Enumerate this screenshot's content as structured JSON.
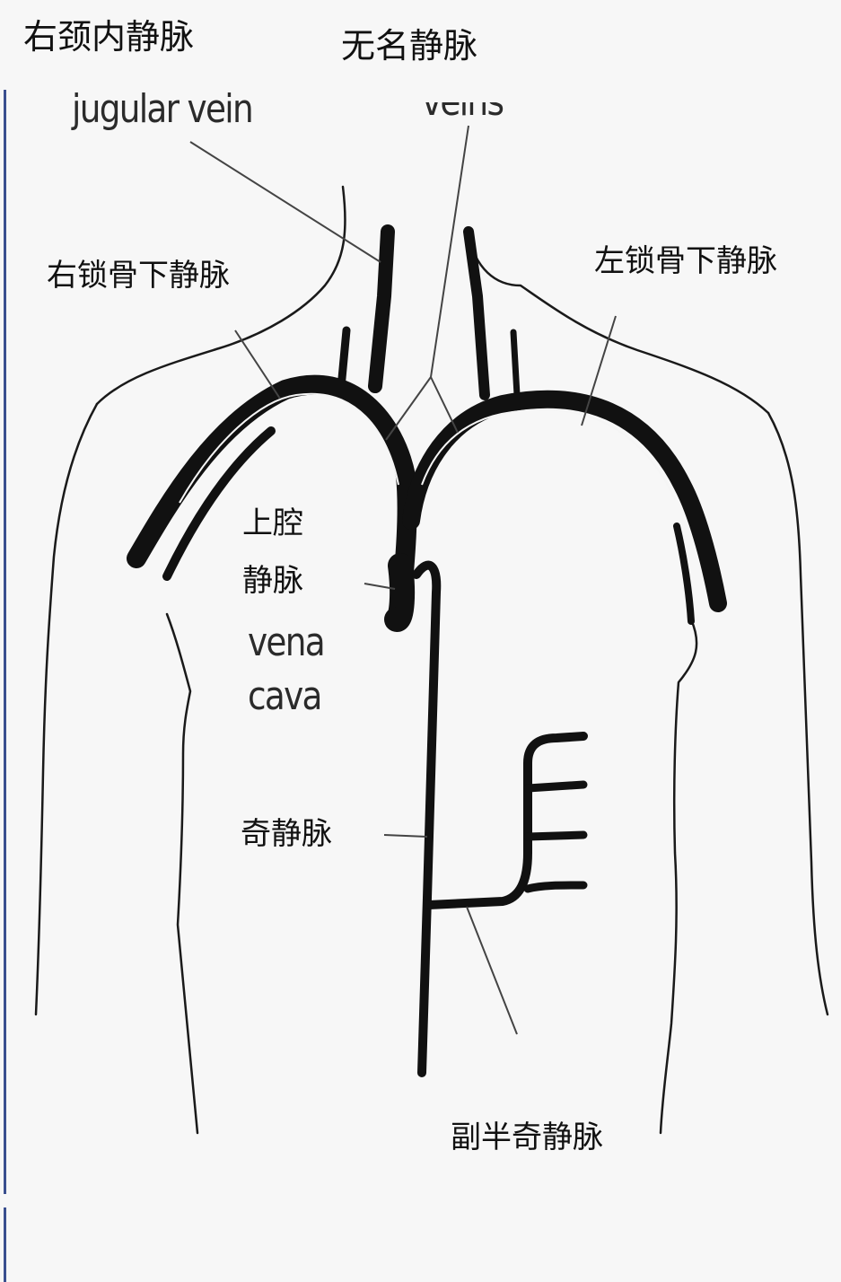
{
  "labels": {
    "right_internal_jugular_vein": "右颈内静脉",
    "innominate_veins": "无名静脉",
    "right_subclavian_vein": "右锁骨下静脉",
    "left_subclavian_vein": "左锁骨下静脉",
    "superior_vena_cava_line1": "上腔",
    "superior_vena_cava_line2": "静脉",
    "azygos_vein": "奇静脉",
    "accessory_hemiazygos_vein": "副半奇静脉"
  },
  "original_english_labels": {
    "jugular_vein": "jugular vein",
    "veins": "veins",
    "vena": "vena",
    "cava": "cava"
  },
  "colors": {
    "background": "#f7f7f7",
    "vein": "#111111",
    "outline": "#1a1a1a",
    "left_rule": "#3a4f8f"
  }
}
